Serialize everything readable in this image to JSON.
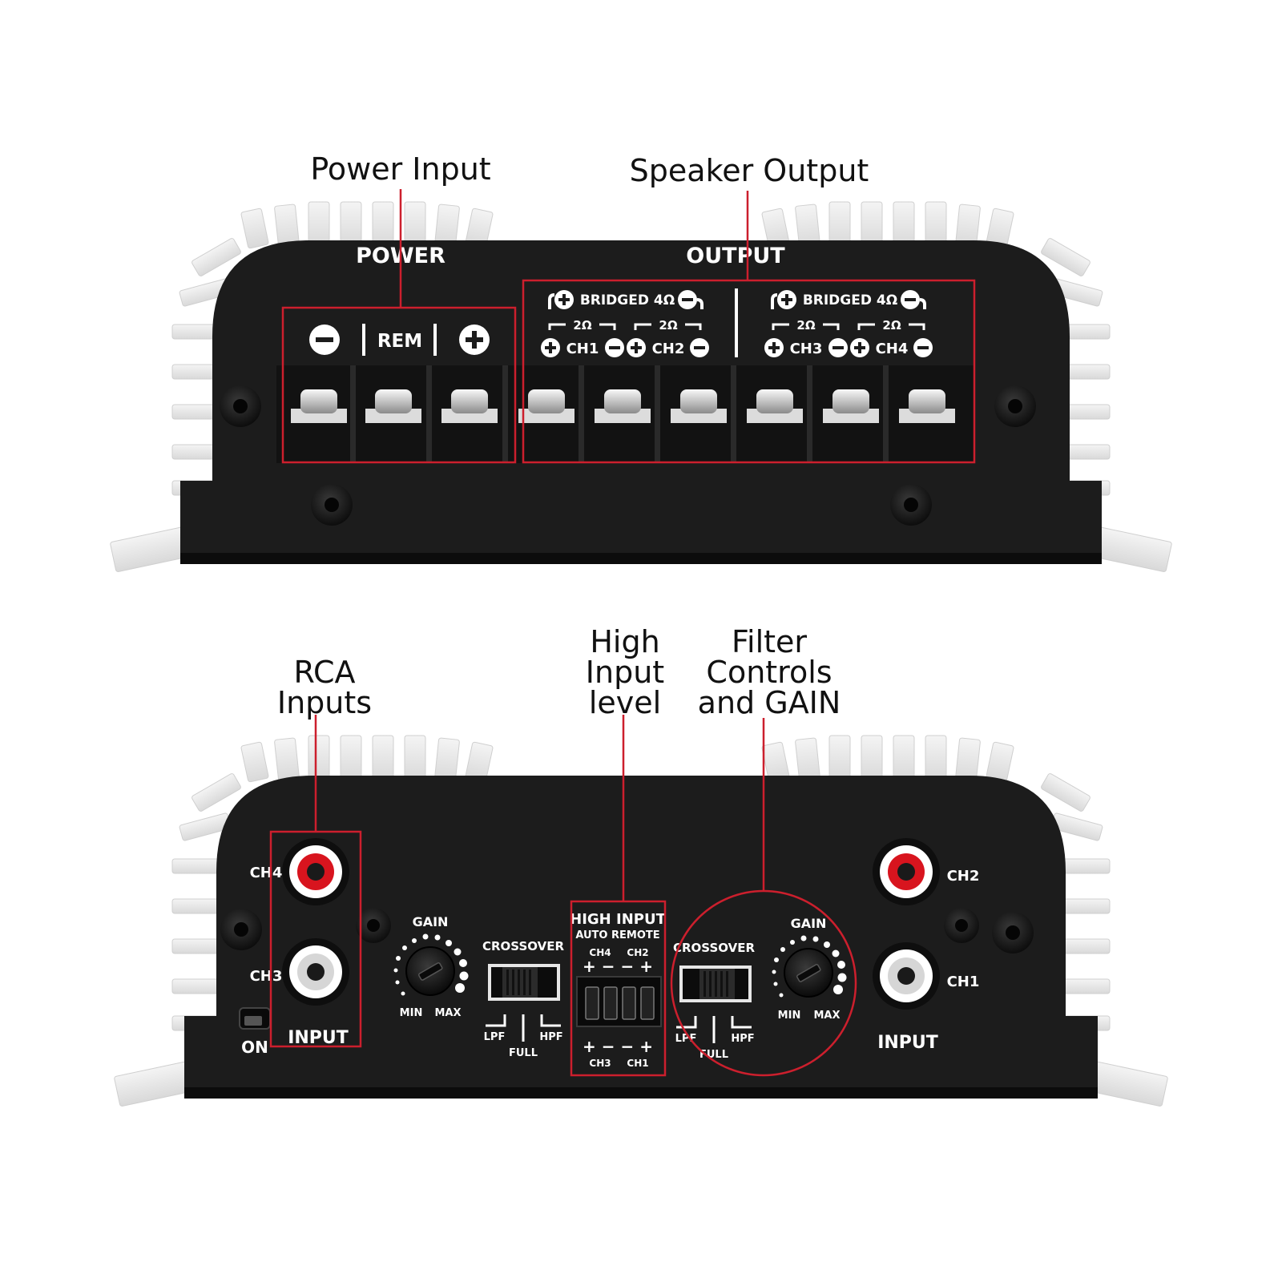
{
  "callouts": {
    "power_input": "Power Input",
    "speaker_output": "Speaker Output",
    "rca_inputs": [
      "RCA",
      "Inputs"
    ],
    "high_input_level": [
      "High",
      "Input",
      "level"
    ],
    "filter_controls": [
      "Filter",
      "Controls",
      "and GAIN"
    ]
  },
  "top_panel": {
    "power_label": "POWER",
    "output_label": "OUTPUT",
    "rem_label": "REM",
    "bridged_label": "BRIDGED 4Ω",
    "two_ohm_label": "2Ω",
    "channels": [
      "CH1",
      "CH2",
      "CH3",
      "CH4"
    ]
  },
  "bottom_panel": {
    "ch4": "CH4",
    "ch3": "CH3",
    "ch2": "CH2",
    "ch1": "CH1",
    "on_label": "ON",
    "input_label_left": "INPUT",
    "input_label_right": "INPUT",
    "gain_left": "GAIN",
    "gain_right": "GAIN",
    "min_label": "MIN",
    "max_label": "MAX",
    "crossover_left": "CROSSOVER",
    "crossover_right": "CROSSOVER",
    "lpf": "LPF",
    "hpf": "HPF",
    "full": "FULL",
    "high_input_title": "HIGH INPUT",
    "auto_remote": "AUTO REMOTE",
    "hi_top_ch4": "CH4",
    "hi_top_ch2": "CH2",
    "hi_bot_ch3": "CH3",
    "hi_bot_ch1": "CH1",
    "pm_top": "+ −  − +",
    "pm_bottom": "+ −  − +"
  },
  "colors": {
    "highlight": "#cc1f2d",
    "chassis": "#1e1e1e",
    "fins": "#e8e8e8",
    "rca_red": "#d8141e"
  }
}
